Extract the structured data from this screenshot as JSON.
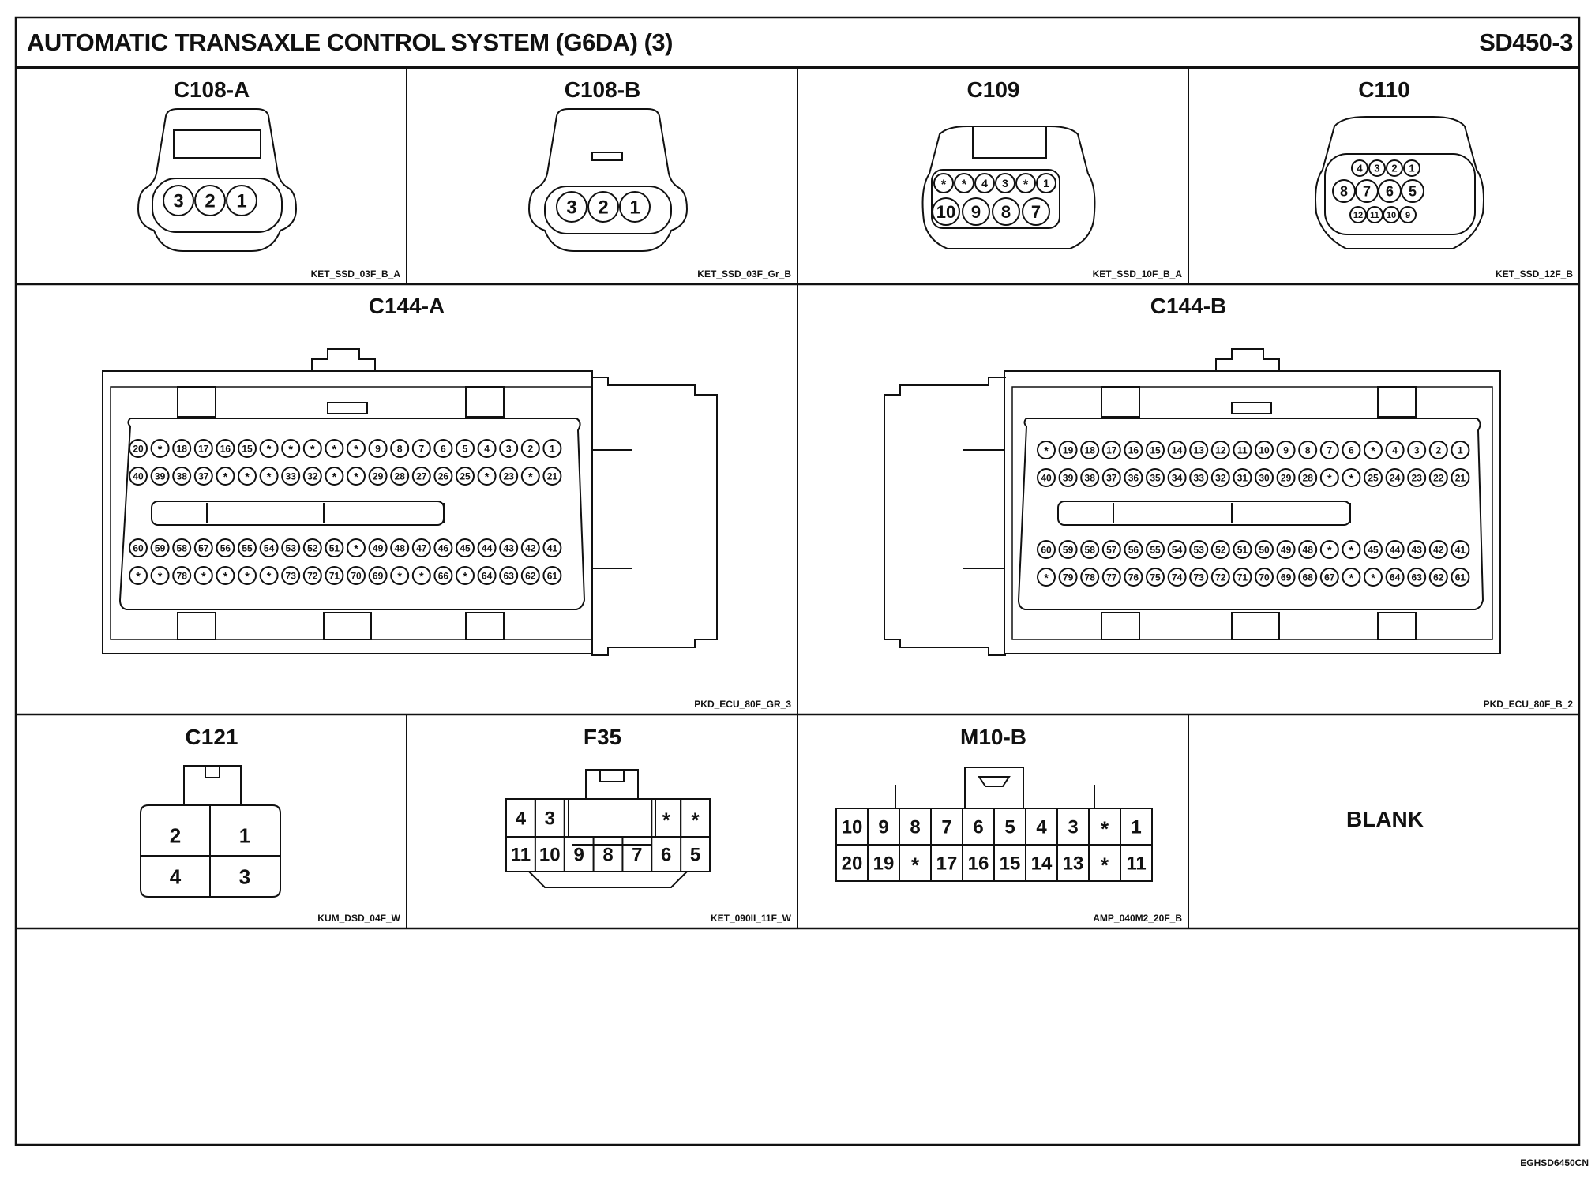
{
  "title": "AUTOMATIC TRANSAXLE CONTROL SYSTEM (G6DA) (3)",
  "page_code": "SD450-3",
  "footer_code": "EGHSD6450CN",
  "connectors": [
    {
      "name": "C108-A",
      "part": "KET_SSD_03F_B_A",
      "pins": [
        "3",
        "2",
        "1"
      ]
    },
    {
      "name": "C108-B",
      "part": "KET_SSD_03F_Gr_B",
      "pins": [
        "3",
        "2",
        "1"
      ]
    },
    {
      "name": "C109",
      "part": "KET_SSD_10F_B_A",
      "row1": [
        "*",
        "*",
        "4",
        "3",
        "*",
        "1"
      ],
      "row2": [
        "10",
        "9",
        "8",
        "7"
      ]
    },
    {
      "name": "C110",
      "part": "KET_SSD_12F_B",
      "row1": [
        "4",
        "3",
        "2",
        "1"
      ],
      "row2": [
        "8",
        "7",
        "6",
        "5"
      ],
      "row3": [
        "12",
        "11",
        "10",
        "9"
      ]
    },
    {
      "name": "C144-A",
      "part": "PKD_ECU_80F_GR_3",
      "rows": [
        [
          "20",
          "*",
          "18",
          "17",
          "16",
          "15",
          "*",
          "*",
          "*",
          "*",
          "*",
          "9",
          "8",
          "7",
          "6",
          "5",
          "4",
          "3",
          "2",
          "1"
        ],
        [
          "40",
          "39",
          "38",
          "37",
          "*",
          "*",
          "*",
          "33",
          "32",
          "*",
          "*",
          "29",
          "28",
          "27",
          "26",
          "25",
          "*",
          "23",
          "*",
          "21"
        ],
        [
          "60",
          "59",
          "58",
          "57",
          "56",
          "55",
          "54",
          "53",
          "52",
          "51",
          "*",
          "49",
          "48",
          "47",
          "46",
          "45",
          "44",
          "43",
          "42",
          "41"
        ],
        [
          "*",
          "*",
          "78",
          "*",
          "*",
          "*",
          "*",
          "73",
          "72",
          "71",
          "70",
          "69",
          "*",
          "*",
          "66",
          "*",
          "64",
          "63",
          "62",
          "61"
        ]
      ]
    },
    {
      "name": "C144-B",
      "part": "PKD_ECU_80F_B_2",
      "rows": [
        [
          "*",
          "19",
          "18",
          "17",
          "16",
          "15",
          "14",
          "13",
          "12",
          "11",
          "10",
          "9",
          "8",
          "7",
          "6",
          "*",
          "4",
          "3",
          "2",
          "1"
        ],
        [
          "40",
          "39",
          "38",
          "37",
          "36",
          "35",
          "34",
          "33",
          "32",
          "31",
          "30",
          "29",
          "28",
          "*",
          "*",
          "25",
          "24",
          "23",
          "22",
          "21"
        ],
        [
          "60",
          "59",
          "58",
          "57",
          "56",
          "55",
          "54",
          "53",
          "52",
          "51",
          "50",
          "49",
          "48",
          "*",
          "*",
          "45",
          "44",
          "43",
          "42",
          "41"
        ],
        [
          "*",
          "79",
          "78",
          "77",
          "76",
          "75",
          "74",
          "73",
          "72",
          "71",
          "70",
          "69",
          "68",
          "67",
          "*",
          "*",
          "64",
          "63",
          "62",
          "61"
        ]
      ]
    },
    {
      "name": "C121",
      "part": "KUM_DSD_04F_W",
      "row1": [
        "2",
        "1"
      ],
      "row2": [
        "4",
        "3"
      ]
    },
    {
      "name": "F35",
      "part": "KET_090II_11F_W",
      "row1": [
        "4",
        "3",
        "*",
        "*"
      ],
      "row2": [
        "11",
        "10",
        "9",
        "8",
        "7",
        "6",
        "5"
      ]
    },
    {
      "name": "M10-B",
      "part": "AMP_040M2_20F_B",
      "row1": [
        "10",
        "9",
        "8",
        "7",
        "6",
        "5",
        "4",
        "3",
        "*",
        "1"
      ],
      "row2": [
        "20",
        "19",
        "*",
        "17",
        "16",
        "15",
        "14",
        "13",
        "*",
        "11"
      ]
    }
  ],
  "blank_label": "BLANK"
}
